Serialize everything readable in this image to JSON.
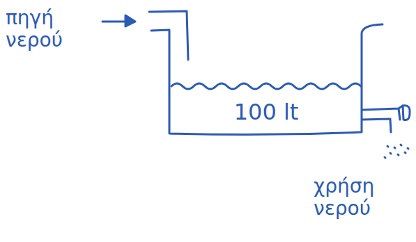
{
  "diagram": {
    "nodes": [
      {
        "text": [
          "100 lt"
        ]
      }
    ],
    "labels": [
      "πηγή νερού",
      "χρήση νερού"
    ]
  }
}
